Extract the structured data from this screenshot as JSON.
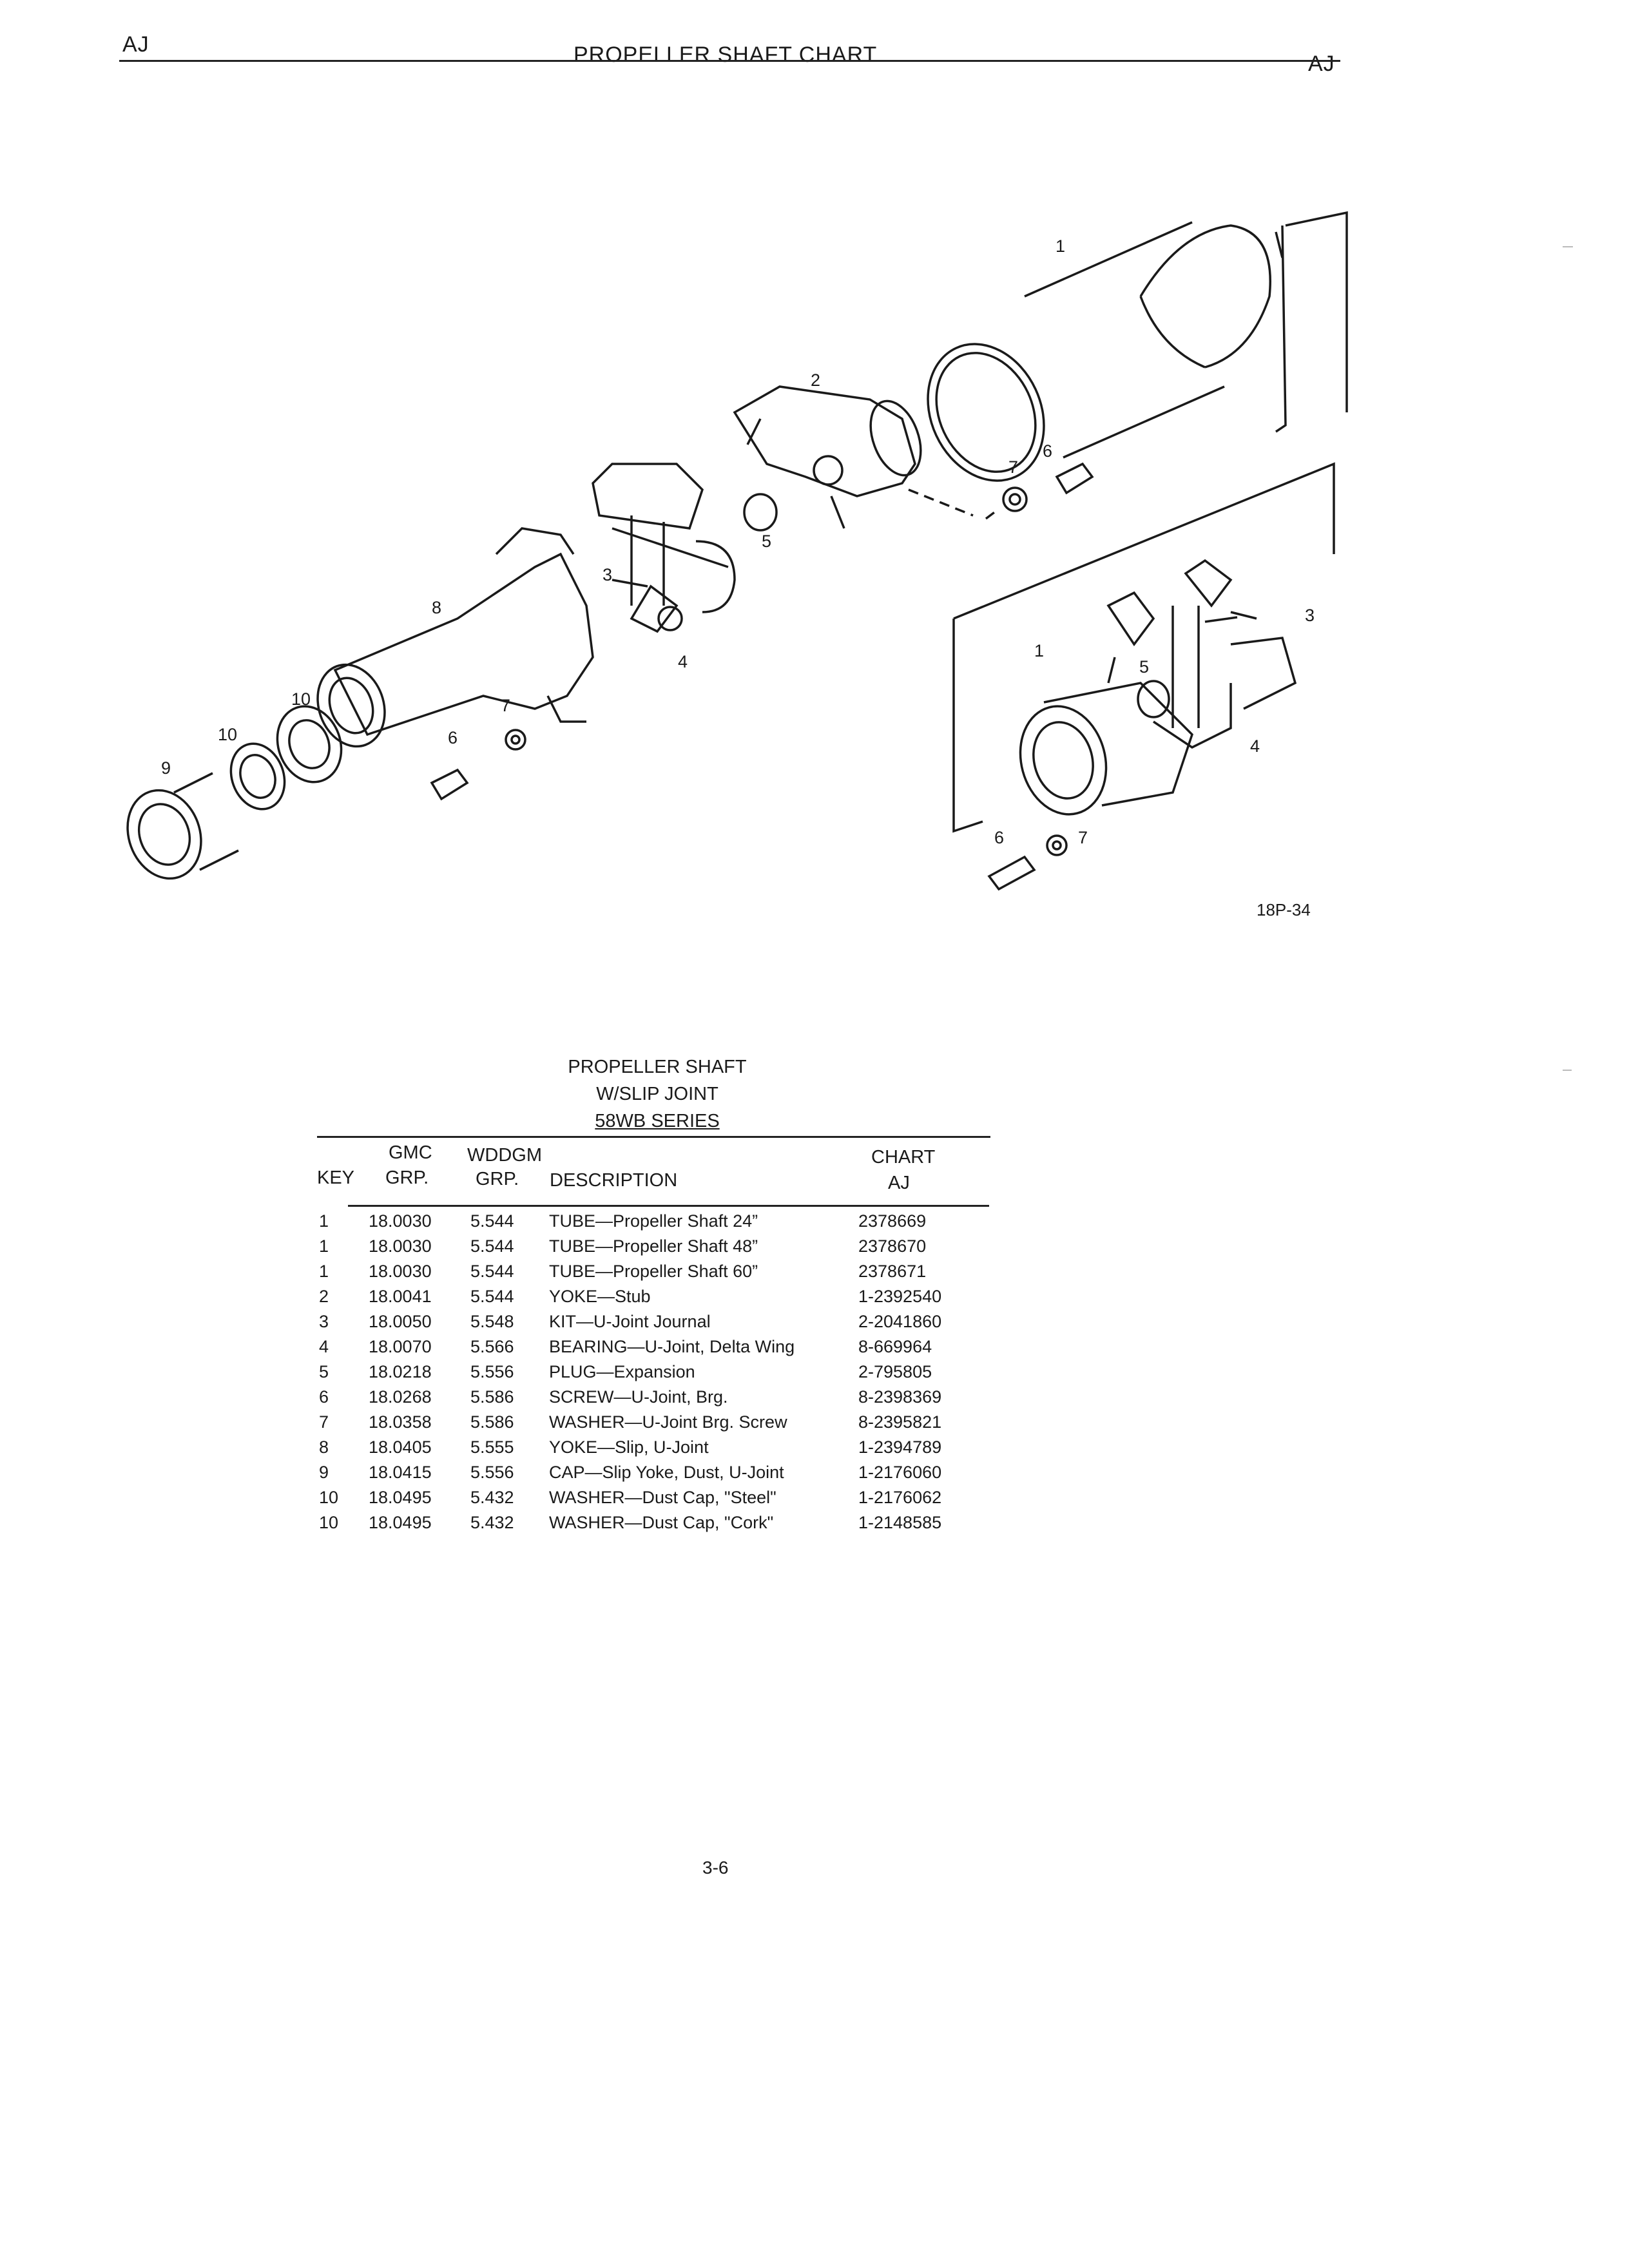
{
  "header": {
    "left_code": "AJ",
    "title": "PROPELLER SHAFT CHART",
    "right_code": "AJ"
  },
  "figure": {
    "id": "18P-34",
    "callouts": [
      "1",
      "2",
      "3",
      "4",
      "5",
      "6",
      "7",
      "8",
      "9",
      "10"
    ]
  },
  "table": {
    "title_lines": [
      "PROPELLER SHAFT",
      "W/SLIP JOINT",
      "58WB SERIES"
    ],
    "headers": {
      "key": "KEY",
      "gmc_top": "GMC",
      "gmc_bottom": "GRP.",
      "wddgm_top": "WDDGM",
      "wddgm_bottom": "GRP.",
      "description": "DESCRIPTION",
      "chart_top": "CHART",
      "chart_bottom": "AJ"
    },
    "rows": [
      {
        "key": "1",
        "gmc": "18.0030",
        "wddgm": "5.544",
        "description": "TUBE—Propeller Shaft 24”",
        "chart": "2378669"
      },
      {
        "key": "1",
        "gmc": "18.0030",
        "wddgm": "5.544",
        "description": "TUBE—Propeller Shaft 48”",
        "chart": "2378670"
      },
      {
        "key": "1",
        "gmc": "18.0030",
        "wddgm": "5.544",
        "description": "TUBE—Propeller Shaft 60”",
        "chart": "2378671"
      },
      {
        "key": "2",
        "gmc": "18.0041",
        "wddgm": "5.544",
        "description": "YOKE—Stub",
        "chart": "1-2392540"
      },
      {
        "key": "3",
        "gmc": "18.0050",
        "wddgm": "5.548",
        "description": "KIT—U-Joint Journal",
        "chart": "2-2041860"
      },
      {
        "key": "4",
        "gmc": "18.0070",
        "wddgm": "5.566",
        "description": "BEARING—U-Joint, Delta Wing",
        "chart": "8-669964"
      },
      {
        "key": "5",
        "gmc": "18.0218",
        "wddgm": "5.556",
        "description": "PLUG—Expansion",
        "chart": "2-795805"
      },
      {
        "key": "6",
        "gmc": "18.0268",
        "wddgm": "5.586",
        "description": "SCREW—U-Joint, Brg.",
        "chart": "8-2398369"
      },
      {
        "key": "7",
        "gmc": "18.0358",
        "wddgm": "5.586",
        "description": "WASHER—U-Joint Brg. Screw",
        "chart": "8-2395821"
      },
      {
        "key": "8",
        "gmc": "18.0405",
        "wddgm": "5.555",
        "description": "YOKE—Slip, U-Joint",
        "chart": "1-2394789"
      },
      {
        "key": "9",
        "gmc": "18.0415",
        "wddgm": "5.556",
        "description": "CAP—Slip Yoke, Dust, U-Joint",
        "chart": "1-2176060"
      },
      {
        "key": "10",
        "gmc": "18.0495",
        "wddgm": "5.432",
        "description": "WASHER—Dust Cap, \"Steel\"",
        "chart": "1-2176062"
      },
      {
        "key": "10",
        "gmc": "18.0495",
        "wddgm": "5.432",
        "description": "WASHER—Dust Cap, \"Cork\"",
        "chart": "1-2148585"
      }
    ]
  },
  "page_number": "3-6"
}
